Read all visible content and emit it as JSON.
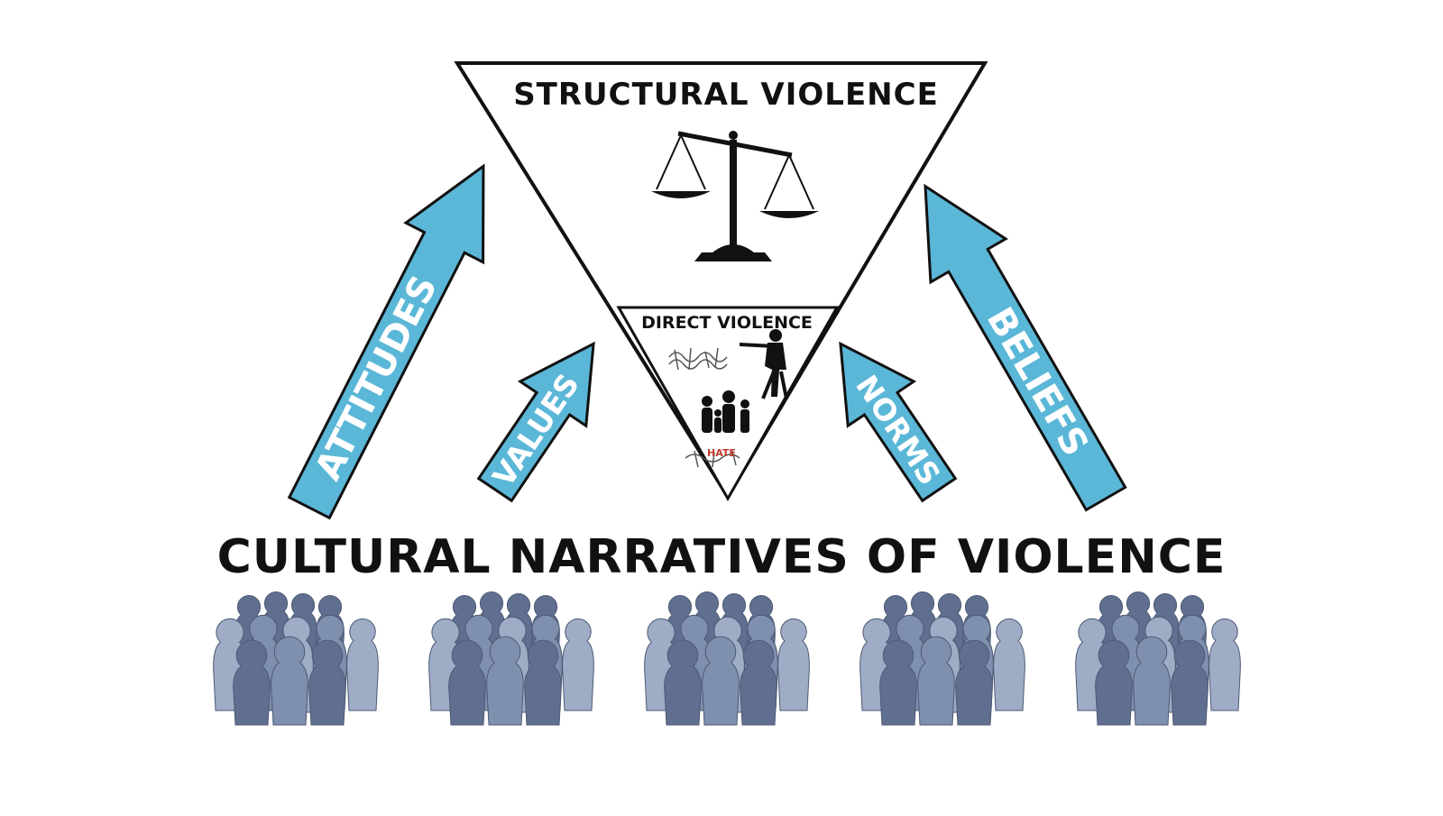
{
  "diagram": {
    "structural_label": "STRUCTURAL VIOLENCE",
    "direct_label": "DIRECT VIOLENCE",
    "hate_label": "HATE",
    "bottom_title": "CULTURAL NARRATIVES OF VIOLENCE",
    "arrows": [
      {
        "label": "ATTITUDES"
      },
      {
        "label": "VALUES"
      },
      {
        "label": "NORMS"
      },
      {
        "label": "BELIEFS"
      }
    ],
    "crowd_count": 5
  },
  "colors": {
    "arrow_fill": "#5bb7d8",
    "outline": "#111111",
    "crowd_light": "#9eacc6",
    "crowd_mid": "#7f8fae",
    "crowd_dark": "#606f8f",
    "background": "#ffffff"
  },
  "icons": {
    "scales": "balance-scale-icon",
    "soldier": "soldier-silhouette-icon",
    "family": "family-silhouette-icon",
    "barbed_wire": "barbed-wire-icon"
  }
}
